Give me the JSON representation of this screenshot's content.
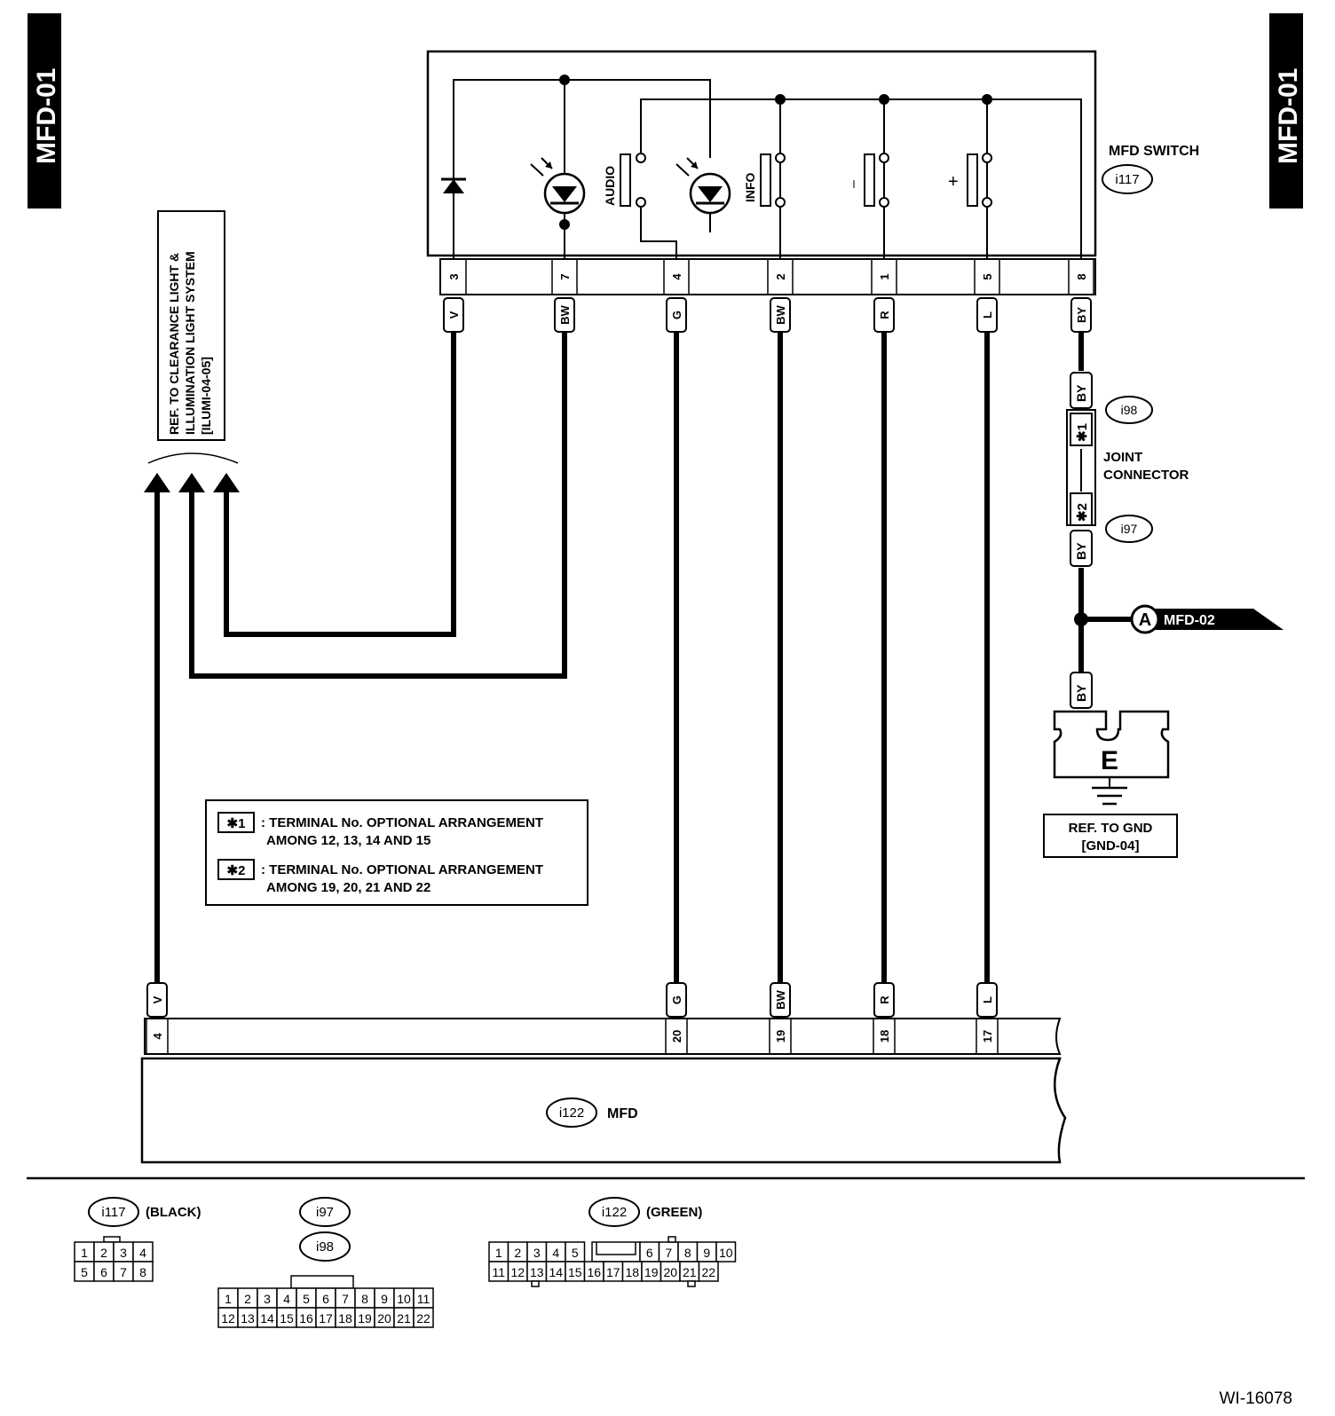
{
  "page_id": "MFD-01",
  "figure_code": "WI-16078",
  "mfd_switch": {
    "title": "MFD SWITCH",
    "connector": "i117",
    "switch_labels": {
      "audio": "AUDIO",
      "info": "INFO",
      "minus": "–",
      "plus": "+"
    },
    "pins": [
      "3",
      "7",
      "4",
      "2",
      "1",
      "5",
      "8"
    ],
    "wires": [
      "V",
      "BW",
      "G",
      "BW",
      "R",
      "L",
      "BY"
    ]
  },
  "ref_clearance": {
    "line1": "REF. TO CLEARANCE LIGHT &",
    "line2": "ILLUMINATION LIGHT SYSTEM",
    "line3": "[ILUMI-04-05]"
  },
  "joint": {
    "connector_top": "i98",
    "connector_bottom": "i97",
    "label_line1": "JOINT",
    "label_line2": "CONNECTOR",
    "star1": "✱1",
    "star2": "✱2",
    "wire_top": "BY",
    "wire_bottom": "BY"
  },
  "offpage": {
    "letter": "A",
    "label": "MFD-02"
  },
  "ground": {
    "wire": "BY",
    "letter": "E",
    "ref_line1": "REF. TO GND",
    "ref_line2": "[GND-04]"
  },
  "notes": [
    {
      "mark": "✱1",
      "line1": ": TERMINAL No. OPTIONAL ARRANGEMENT",
      "line2": "AMONG 12, 13, 14  AND 15"
    },
    {
      "mark": "✱2",
      "line1": ": TERMINAL No. OPTIONAL ARRANGEMENT",
      "line2": "AMONG 19, 20, 21  AND 22"
    }
  ],
  "mfd": {
    "connector": "i122",
    "title": "MFD",
    "pins": [
      "4",
      "20",
      "19",
      "18",
      "17"
    ],
    "wires": [
      "V",
      "G",
      "BW",
      "R",
      "L"
    ]
  },
  "legend": {
    "i117": {
      "id": "i117",
      "color": "(BLACK)",
      "row1": [
        "1",
        "2",
        "3",
        "4"
      ],
      "row2": [
        "5",
        "6",
        "7",
        "8"
      ]
    },
    "i97": {
      "id1": "i97",
      "id2": "i98",
      "row1": [
        "1",
        "2",
        "3",
        "4",
        "5",
        "6",
        "7",
        "8",
        "9",
        "10",
        "11"
      ],
      "row2": [
        "12",
        "13",
        "14",
        "15",
        "16",
        "17",
        "18",
        "19",
        "20",
        "21",
        "22"
      ]
    },
    "i122": {
      "id": "i122",
      "color": "(GREEN)",
      "row1a": [
        "1",
        "2",
        "3",
        "4",
        "5"
      ],
      "row1b": [
        "6",
        "7",
        "8",
        "9",
        "10"
      ],
      "row2": [
        "11",
        "12",
        "13",
        "14",
        "15",
        "16",
        "17",
        "18",
        "19",
        "20",
        "21",
        "22"
      ]
    }
  }
}
